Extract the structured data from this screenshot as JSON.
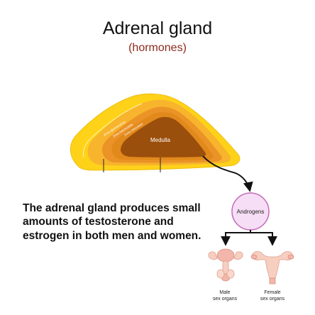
{
  "title": "Adrenal gland",
  "subtitle": "(hormones)",
  "description": "The adrenal gland produces small amounts of testosterone and estrogen in both men and women.",
  "gland": {
    "layers": [
      "Zona glomerulosa",
      "Zona fasciculata",
      "Zona reticularis"
    ],
    "medulla": "Medulla"
  },
  "hormone": {
    "label": "Androgens"
  },
  "targets": {
    "male": {
      "line1": "Male",
      "line2": "sex organs"
    },
    "female": {
      "line1": "Female",
      "line2": "sex organs"
    }
  },
  "colors": {
    "capsule": "#ffd21a",
    "cortex_outer": "#f7b42c",
    "cortex_mid": "#eb9326",
    "cortex_inner": "#e2891c",
    "medulla": "#9b4f0c",
    "androgen_fill": "#f6def6",
    "androgen_stroke": "#c46ab8",
    "organ": "#f7cfc0",
    "subtitle": "#8c2a1c"
  }
}
